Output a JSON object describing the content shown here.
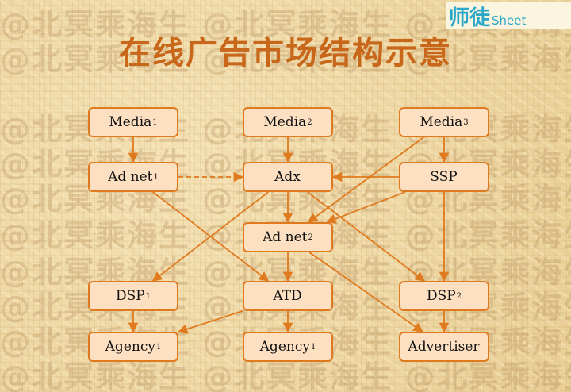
{
  "title": "在线广告市场结构示意",
  "logo": {
    "main": "师徒",
    "sub": "Sheet"
  },
  "watermark": {
    "text": "@北冥乘海生"
  },
  "colors": {
    "accent": "#e07a1f",
    "node_fill": "#fde0c2",
    "title": "#c8661a",
    "background": "#efd9a6"
  },
  "nodes": {
    "media1": {
      "label": "Media",
      "sub": "1"
    },
    "media2": {
      "label": "Media",
      "sub": "2"
    },
    "media3": {
      "label": "Media",
      "sub": "3"
    },
    "adnet1": {
      "label": "Ad net",
      "sub": "1"
    },
    "adx": {
      "label": "Adx",
      "sub": ""
    },
    "ssp": {
      "label": "SSP",
      "sub": ""
    },
    "adnet2": {
      "label": "Ad net",
      "sub": "2"
    },
    "dsp1": {
      "label": "DSP",
      "sub": "1"
    },
    "atd": {
      "label": "ATD",
      "sub": ""
    },
    "dsp2": {
      "label": "DSP",
      "sub": "2"
    },
    "agency1a": {
      "label": "Agency",
      "sub": "1"
    },
    "agency1b": {
      "label": "Agency",
      "sub": "1"
    },
    "advertiser": {
      "label": "Advertiser",
      "sub": ""
    }
  },
  "edges": [
    {
      "from": "media1",
      "to": "adnet1"
    },
    {
      "from": "media2",
      "to": "adx"
    },
    {
      "from": "media3",
      "to": "ssp"
    },
    {
      "from": "adnet1",
      "to": "adx",
      "style": "dashed"
    },
    {
      "from": "ssp",
      "to": "adx"
    },
    {
      "from": "adx",
      "to": "adnet2"
    },
    {
      "from": "ssp",
      "to": "adnet2"
    },
    {
      "from": "media3",
      "to": "adnet2"
    },
    {
      "from": "adx",
      "to": "dsp1"
    },
    {
      "from": "adnet1",
      "to": "atd"
    },
    {
      "from": "adx",
      "to": "dsp2"
    },
    {
      "from": "adnet2",
      "to": "advertiser"
    },
    {
      "from": "dsp1",
      "to": "agency1a"
    },
    {
      "from": "atd",
      "to": "agency1b"
    },
    {
      "from": "atd",
      "to": "agency1a"
    },
    {
      "from": "ssp",
      "to": "dsp2"
    },
    {
      "from": "dsp2",
      "to": "advertiser"
    },
    {
      "from": "adnet2",
      "to": "atd"
    }
  ]
}
